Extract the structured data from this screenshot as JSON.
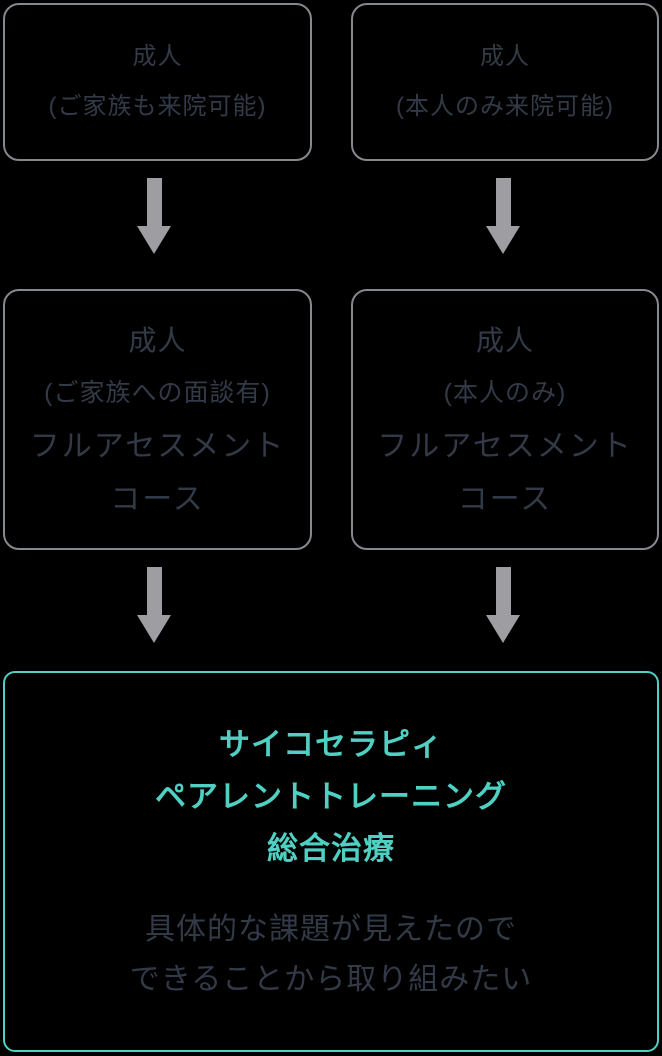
{
  "colors": {
    "background": "#000000",
    "box_border_gray": "#85888D",
    "arrow_gray": "#9E9EA2",
    "text_dark": "#333A47",
    "accent_teal": "#4FD0C3"
  },
  "icons": {
    "down_arrow": "down-arrow-icon"
  },
  "diagram": {
    "row1_left": {
      "line1": "成人",
      "line2": "(ご家族も来院可能)"
    },
    "row1_right": {
      "line1": "成人",
      "line2": "(本人のみ来院可能)"
    },
    "row2_left": {
      "line1": "成人",
      "line2": "(ご家族への面談有)",
      "line3": "フルアセスメント",
      "line4": "コース"
    },
    "row2_right": {
      "line1": "成人",
      "line2": "(本人のみ)",
      "line3": "フルアセスメント",
      "line4": "コース"
    },
    "row3": {
      "heading1": "サイコセラピィ",
      "heading2": "ペアレントトレーニング",
      "heading3": "総合治療",
      "body1": "具体的な課題が見えたので",
      "body2": "できることから取り組みたい"
    }
  }
}
